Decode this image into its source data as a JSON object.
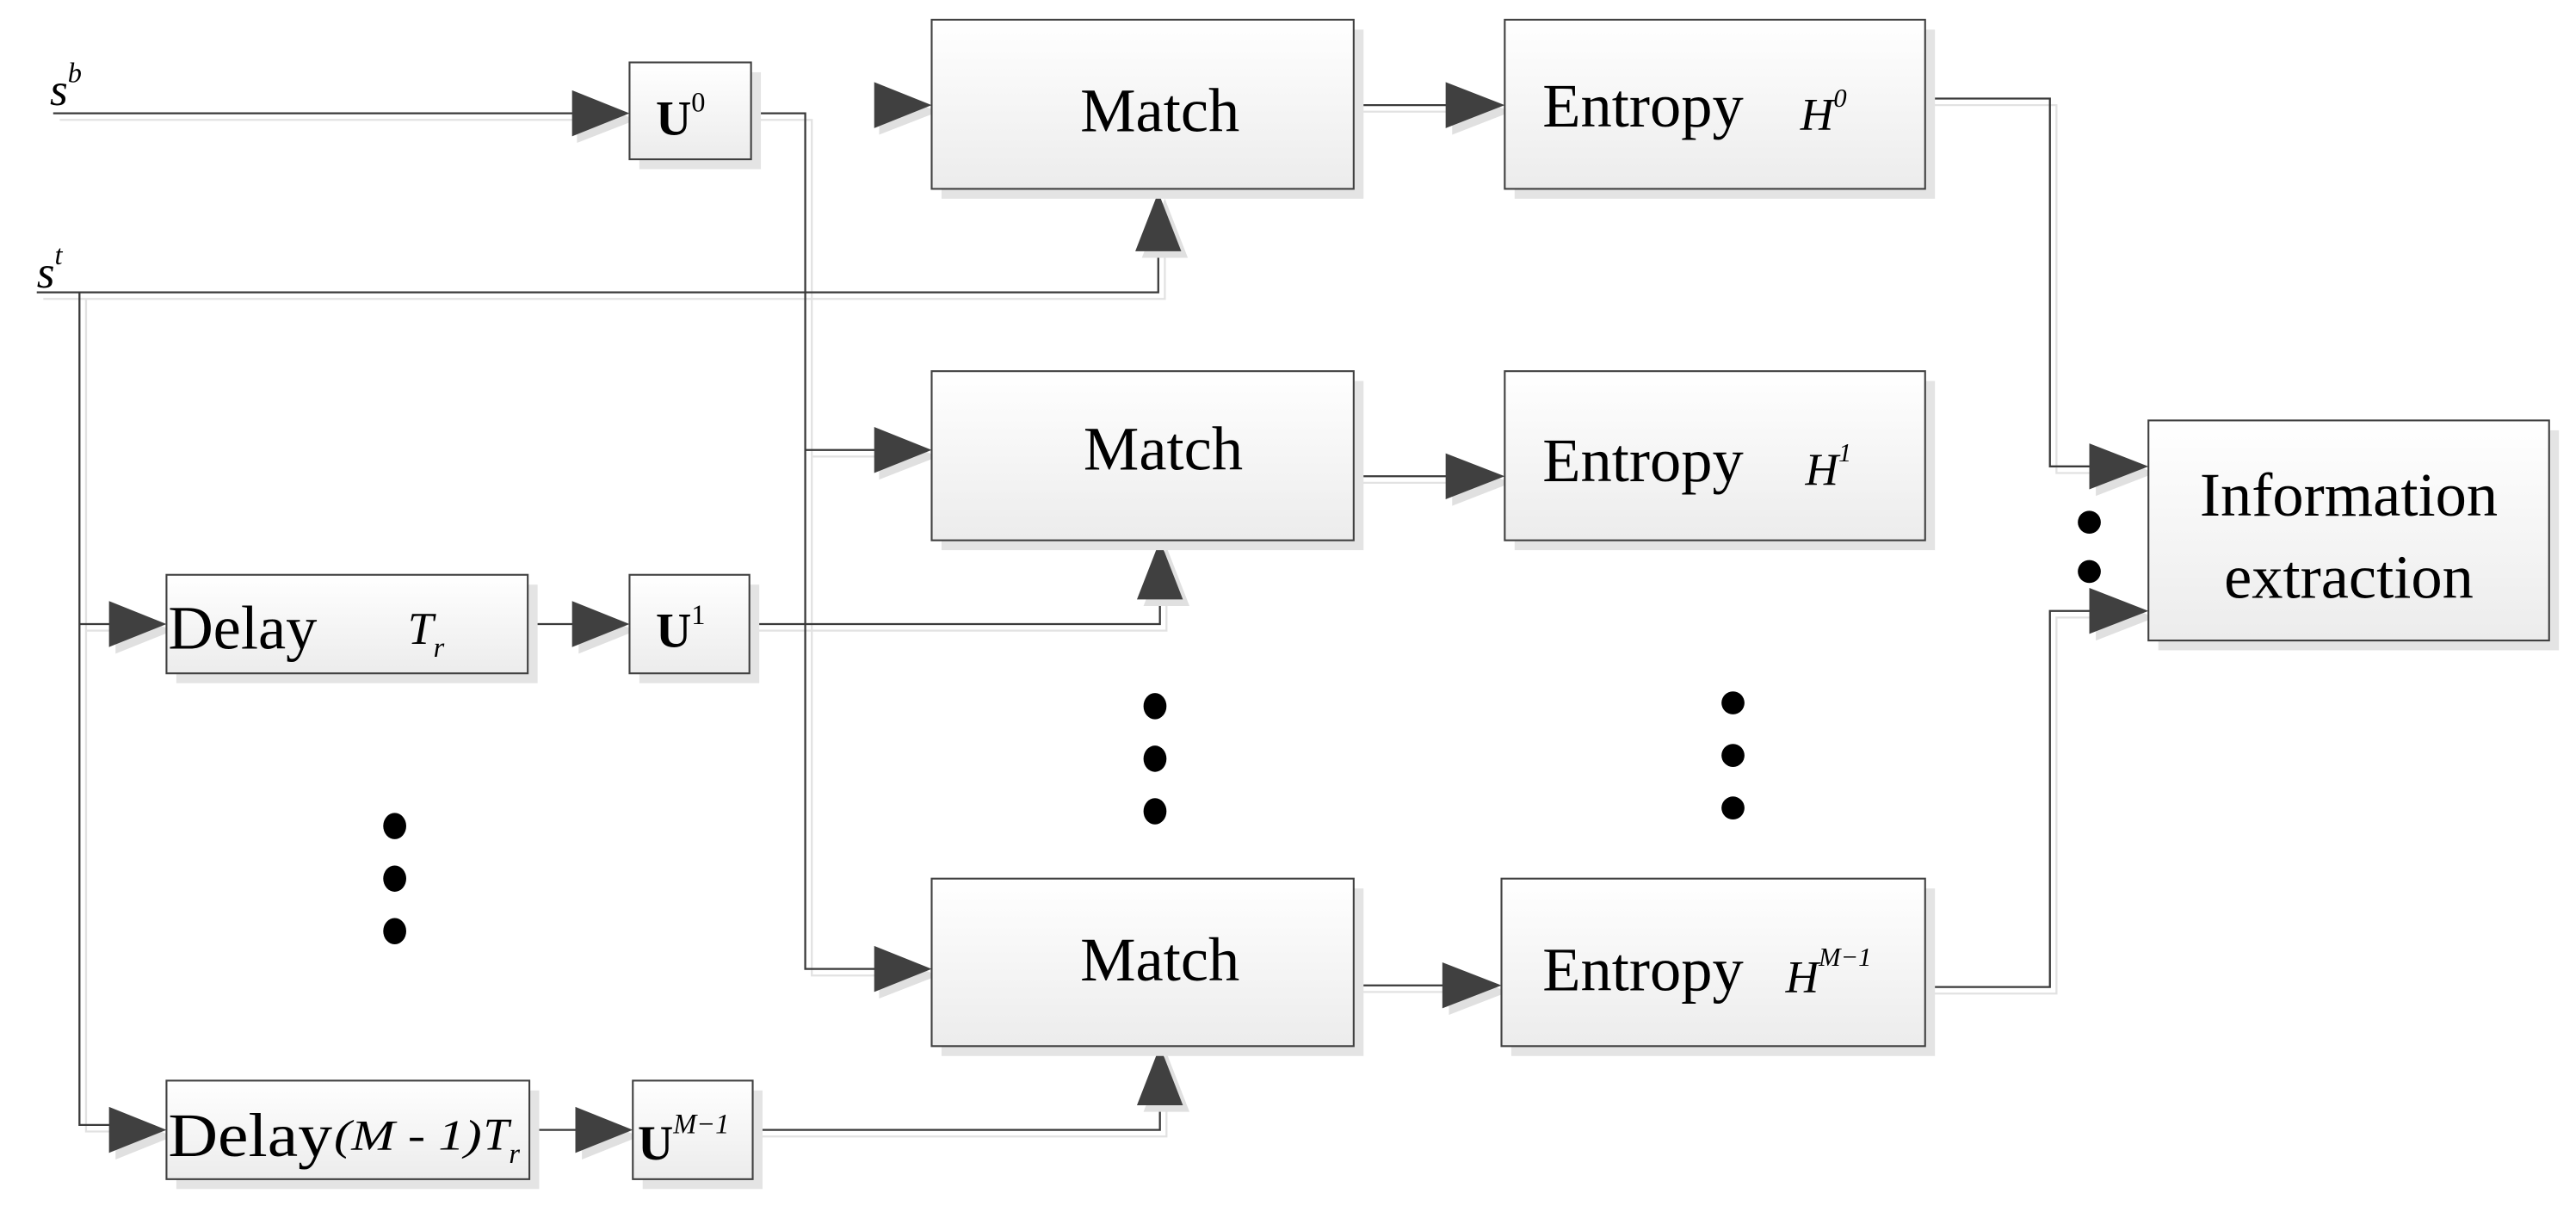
{
  "inputs": {
    "sb": {
      "base": "s",
      "sup": "b"
    },
    "st": {
      "base": "s",
      "sup": "t"
    }
  },
  "transforms": [
    {
      "base": "U",
      "sup": "0"
    },
    {
      "base": "U",
      "sup": "1"
    },
    {
      "base": "U",
      "sup": "M−1"
    }
  ],
  "delays": [
    {
      "label": "Delay",
      "param": "T",
      "param_sub": "r"
    },
    {
      "label": "Delay",
      "param_prefix": "(M - 1)",
      "param": "T",
      "param_sub": "r"
    }
  ],
  "match": [
    "Match",
    "Match",
    "Match"
  ],
  "entropy": [
    {
      "label": "Entropy",
      "sym": "H",
      "sup": "0"
    },
    {
      "label": "Entropy",
      "sym": "H",
      "sup": "1"
    },
    {
      "label": "Entropy",
      "sym": "H",
      "sup": "M−1"
    }
  ],
  "output": {
    "line1": "Information",
    "line2": "extraction"
  },
  "ellipsis_icon": "vertical-dots"
}
